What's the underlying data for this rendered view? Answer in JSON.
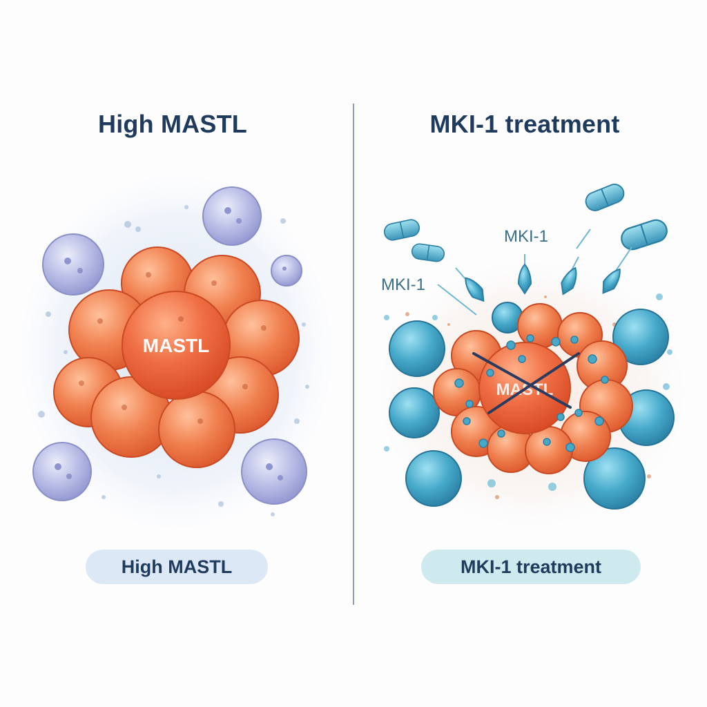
{
  "left_panel": {
    "heading": "High MASTL",
    "center_cell_label": "MASTL",
    "caption": "High MASTL"
  },
  "right_panel": {
    "heading": "MKI-1 treatment",
    "drug_label_top": "MKI-1",
    "drug_label_left": "MKI-1",
    "center_cell_label": "MASTL",
    "caption": "MKI-1 treatment"
  },
  "colors": {
    "heading_text": "#1e3a5c",
    "tumor_orange": "#f0804f",
    "tumor_orange_dark": "#d9552e",
    "immune_purple": "#a8aede",
    "drug_teal": "#3d9fc0",
    "left_pill_bg": "#dde8f6",
    "right_pill_bg": "#cfeaee",
    "divider": "#8e9db0",
    "cross_out": "#2a3b60",
    "drug_label_text": "#3b6e86"
  },
  "icons": {
    "capsule": "capsule-icon",
    "arrow": "down-arrow-icon",
    "cross": "cross-out-icon"
  }
}
